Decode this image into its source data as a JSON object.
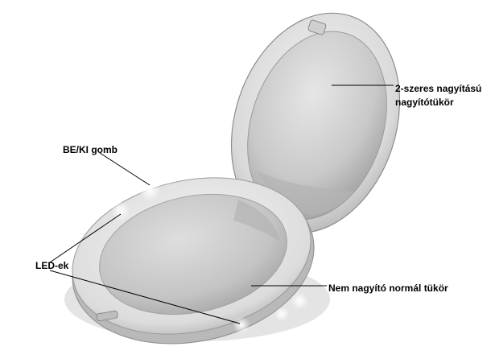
{
  "labels": {
    "magnifying_mirror": [
      "2-szeres nagyítású",
      "nagyítótükör"
    ],
    "on_off_button": "BE/KI gomb",
    "leds": "LED-ek",
    "normal_mirror": "Nem nagyító normál tükör"
  },
  "colors": {
    "case_body": "#dcdcdc",
    "mirror_surface": "#c8c8c8",
    "leader_line": "#000000"
  }
}
